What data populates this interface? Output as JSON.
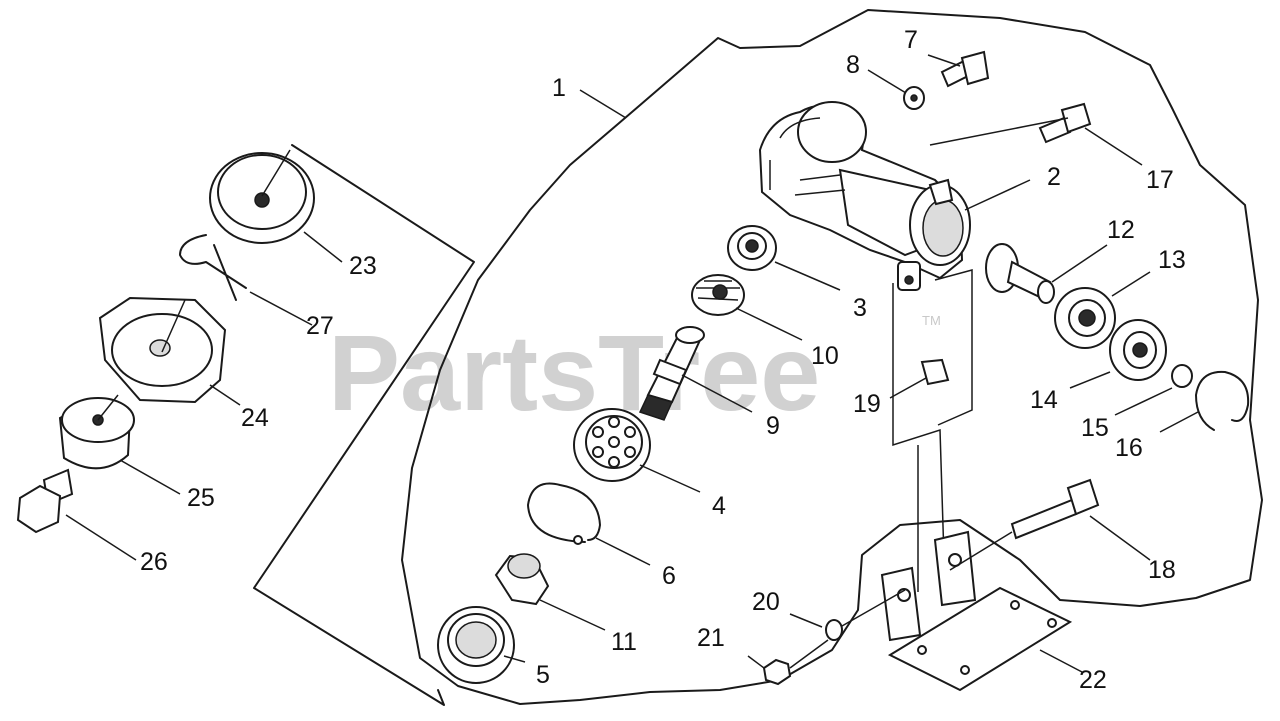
{
  "watermark": {
    "text": "PartsTree",
    "tm": "TM"
  },
  "callouts": [
    {
      "id": "1",
      "text": "1"
    },
    {
      "id": "2",
      "text": "2"
    },
    {
      "id": "3",
      "text": "3"
    },
    {
      "id": "4",
      "text": "4"
    },
    {
      "id": "5",
      "text": "5"
    },
    {
      "id": "6",
      "text": "6"
    },
    {
      "id": "7",
      "text": "7"
    },
    {
      "id": "8",
      "text": "8"
    },
    {
      "id": "9",
      "text": "9"
    },
    {
      "id": "10",
      "text": "10"
    },
    {
      "id": "11",
      "text": "11"
    },
    {
      "id": "12",
      "text": "12"
    },
    {
      "id": "13",
      "text": "13"
    },
    {
      "id": "14",
      "text": "14"
    },
    {
      "id": "15",
      "text": "15"
    },
    {
      "id": "16",
      "text": "16"
    },
    {
      "id": "17",
      "text": "17"
    },
    {
      "id": "18",
      "text": "18"
    },
    {
      "id": "19",
      "text": "19"
    },
    {
      "id": "20",
      "text": "20"
    },
    {
      "id": "21",
      "text": "21"
    },
    {
      "id": "22",
      "text": "22"
    },
    {
      "id": "23",
      "text": "23"
    },
    {
      "id": "24",
      "text": "24"
    },
    {
      "id": "25",
      "text": "25"
    },
    {
      "id": "26",
      "text": "26"
    },
    {
      "id": "27",
      "text": "27"
    }
  ]
}
